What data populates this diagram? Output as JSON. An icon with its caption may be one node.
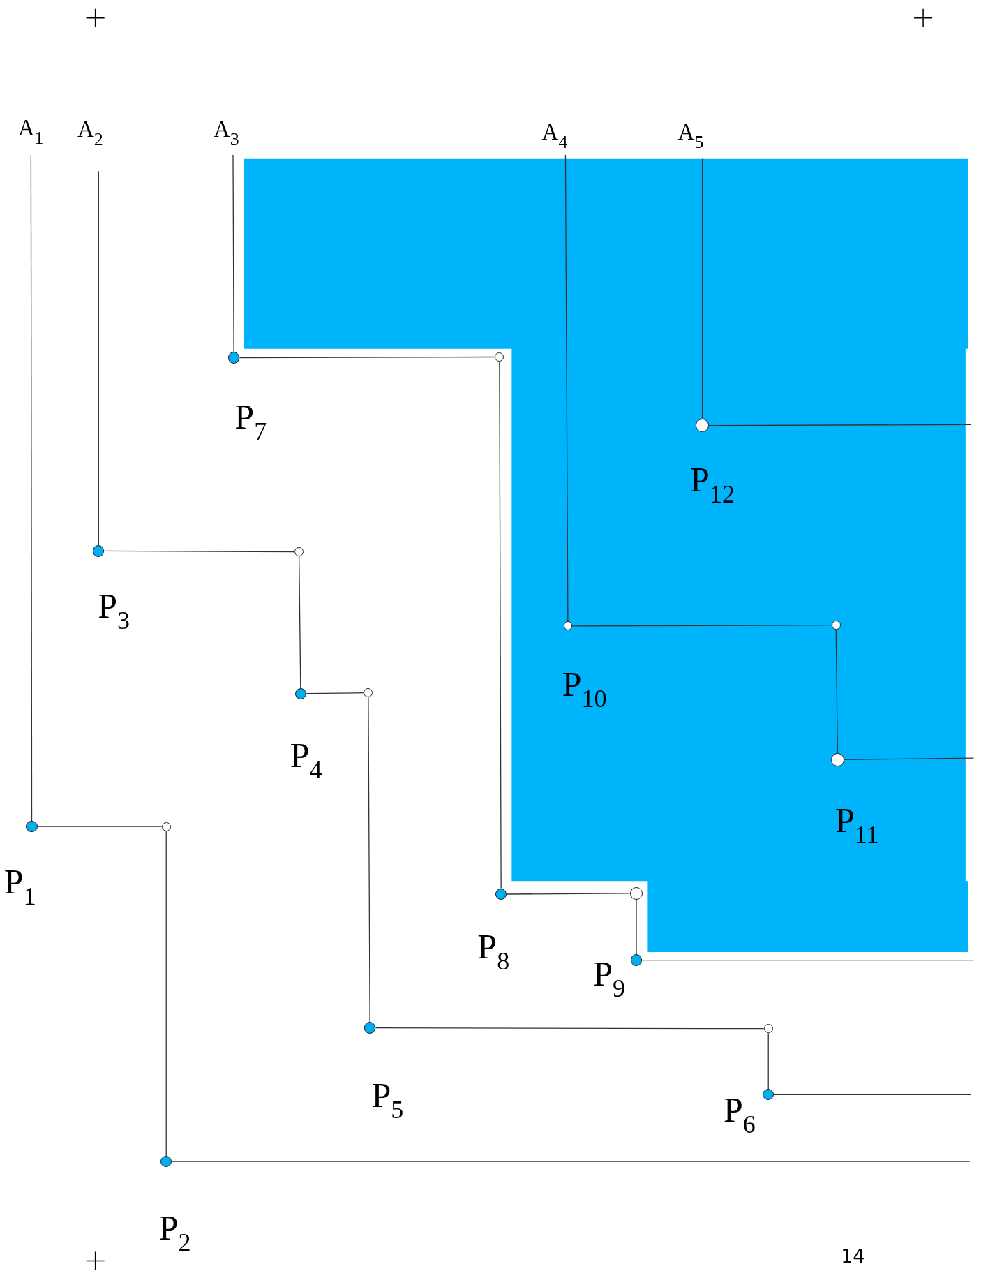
{
  "diagram": {
    "nodes": [
      {
        "text": [
          "A$_{1}$"
        ]
      },
      {
        "text": [
          "A$_{2}$"
        ]
      },
      {
        "text": [
          "A$_{3}$"
        ]
      },
      {
        "text": [
          "A$_{4}$"
        ]
      },
      {
        "text": [
          "A$_{5}$"
        ]
      },
      {
        "text": [],
        "shape": "circle",
        "beside": [
          "P$_{1}$"
        ]
      },
      {
        "text": [],
        "shape": "circle"
      },
      {
        "text": [],
        "shape": "circle",
        "beside": [
          "P$_{2}$"
        ]
      },
      {
        "text": [],
        "shape": "circle",
        "beside": [
          "P$_{3}$"
        ]
      },
      {
        "text": [],
        "shape": "circle"
      },
      {
        "text": [],
        "shape": "circle",
        "beside": [
          "P$_{4}$"
        ]
      },
      {
        "text": [],
        "shape": "circle"
      },
      {
        "text": [],
        "shape": "circle",
        "beside": [
          "P$_{5}$"
        ]
      },
      {
        "text": [],
        "shape": "circle"
      },
      {
        "text": [],
        "shape": "circle",
        "beside": [
          "P$_{6}$"
        ]
      },
      {
        "text": [],
        "shape": "circle",
        "beside": [
          "P$_{7}$"
        ]
      },
      {
        "text": [],
        "shape": "circle"
      },
      {
        "text": [],
        "shape": "circle",
        "beside": [
          "P$_{8}$"
        ]
      },
      {
        "text": [],
        "shape": "circle"
      },
      {
        "text": [],
        "shape": "circle",
        "beside": [
          "P$_{9}$"
        ]
      },
      {
        "text": [],
        "shape": "circle",
        "beside": [
          "P$_{10}$"
        ]
      },
      {
        "text": [],
        "shape": "circle"
      },
      {
        "text": [],
        "shape": "circle",
        "beside": [
          "P$_{11}$"
        ]
      },
      {
        "text": [],
        "shape": "circle",
        "beside": [
          "P$_{12}$"
        ]
      }
    ],
    "edges": [
      {
        "from": 0,
        "to": 5,
        "arrow": "none"
      },
      {
        "from": 5,
        "to": 6,
        "arrow": "none"
      },
      {
        "from": 6,
        "to": 7,
        "arrow": "none"
      },
      {
        "from": 7,
        "to": null,
        "arrow": "none"
      },
      {
        "from": 1,
        "to": 8,
        "arrow": "none"
      },
      {
        "from": 8,
        "to": 9,
        "arrow": "none"
      },
      {
        "from": 9,
        "to": 10,
        "arrow": "none"
      },
      {
        "from": 10,
        "to": 11,
        "arrow": "none"
      },
      {
        "from": 11,
        "to": 12,
        "arrow": "none"
      },
      {
        "from": 12,
        "to": 13,
        "arrow": "none"
      },
      {
        "from": 13,
        "to": 14,
        "arrow": "none"
      },
      {
        "from": 14,
        "to": null,
        "arrow": "none"
      },
      {
        "from": 2,
        "to": 15,
        "arrow": "none"
      },
      {
        "from": 15,
        "to": 16,
        "arrow": "none"
      },
      {
        "from": 16,
        "to": 17,
        "arrow": "none"
      },
      {
        "from": 17,
        "to": 18,
        "arrow": "none"
      },
      {
        "from": 18,
        "to": 19,
        "arrow": "none"
      },
      {
        "from": 19,
        "to": null,
        "arrow": "none"
      },
      {
        "from": 3,
        "to": 20,
        "arrow": "none"
      },
      {
        "from": 20,
        "to": 21,
        "arrow": "none"
      },
      {
        "from": 21,
        "to": 22,
        "arrow": "none"
      },
      {
        "from": 22,
        "to": null,
        "arrow": "none"
      },
      {
        "from": 4,
        "to": 23,
        "arrow": "none"
      },
      {
        "from": 23,
        "to": null,
        "arrow": "none"
      }
    ],
    "labels": [
      "14"
    ]
  }
}
